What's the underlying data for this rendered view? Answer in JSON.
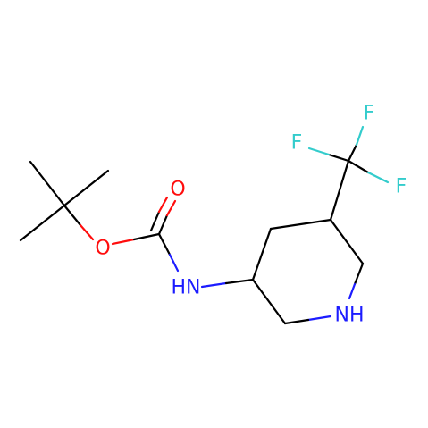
{
  "colors": {
    "bond": "#000000",
    "oxygen": "#ff0d0d",
    "nitrogen": "#1c1cff",
    "fluorine": "#33cccc",
    "background": "#ffffff"
  },
  "atoms": {
    "o_double": "O",
    "o_ester": "O",
    "nh_carbamate": "HN",
    "nh_ring": "NH",
    "f_top": "F",
    "f_left": "F",
    "f_right": "F"
  }
}
